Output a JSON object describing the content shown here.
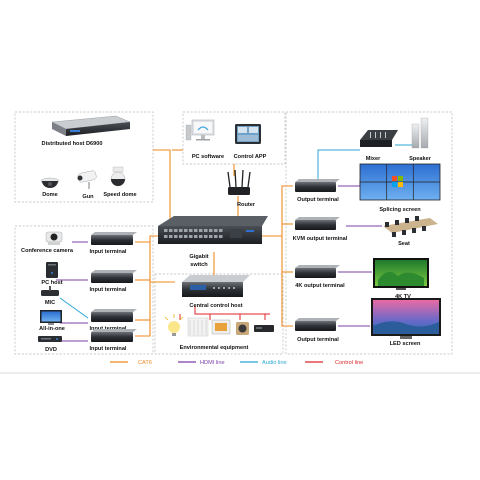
{
  "devices": {
    "distributed_host": "Distributed host D6900",
    "dome": "Dome",
    "gun": "Gun",
    "speed_dome": "Speed dome",
    "pc_software": "PC software",
    "control_app": "Control APP",
    "router": "Router",
    "gigabit_switch": "Gigabit\nswitch",
    "central_control_host": "Central control host",
    "environmental_equipment": "Environmental equipment",
    "conference_camera": "Conference camera",
    "pc_host": "PC host",
    "mic": "MIC",
    "all_in_one": "All-in-one",
    "dvd": "DVD",
    "input_terminal": "Input terminal",
    "output_terminal": "Output terminal",
    "kvm_output_terminal": "KVM output terminal",
    "k4_output_terminal": "4K output terminal",
    "mixer": "Mixer",
    "speaker": "Speaker",
    "splicing_screen": "Splicing screen",
    "seat": "Seat",
    "k4_tv": "4K TV",
    "led_screen": "LED screen"
  },
  "legend": [
    {
      "label": "CAT6",
      "color": "#ef8a22"
    },
    {
      "label": "HDMI line",
      "color": "#7b3fa6"
    },
    {
      "label": "Audio line",
      "color": "#2aa7d6"
    },
    {
      "label": "Control line",
      "color": "#e0262a"
    }
  ],
  "icons": [
    "rack-server-icon",
    "dome-camera-icon",
    "bullet-camera-icon",
    "ptz-camera-icon",
    "monitor-icon",
    "router-icon",
    "network-switch-icon",
    "control-host-icon",
    "light-bulb-icon",
    "projector-icon",
    "curtain-icon",
    "power-socket-icon",
    "audio-mixer-icon",
    "speaker-icon",
    "video-wall-icon",
    "conference-table-icon",
    "tv-icon",
    "led-screen-icon",
    "microphone-icon",
    "dvd-player-icon"
  ]
}
